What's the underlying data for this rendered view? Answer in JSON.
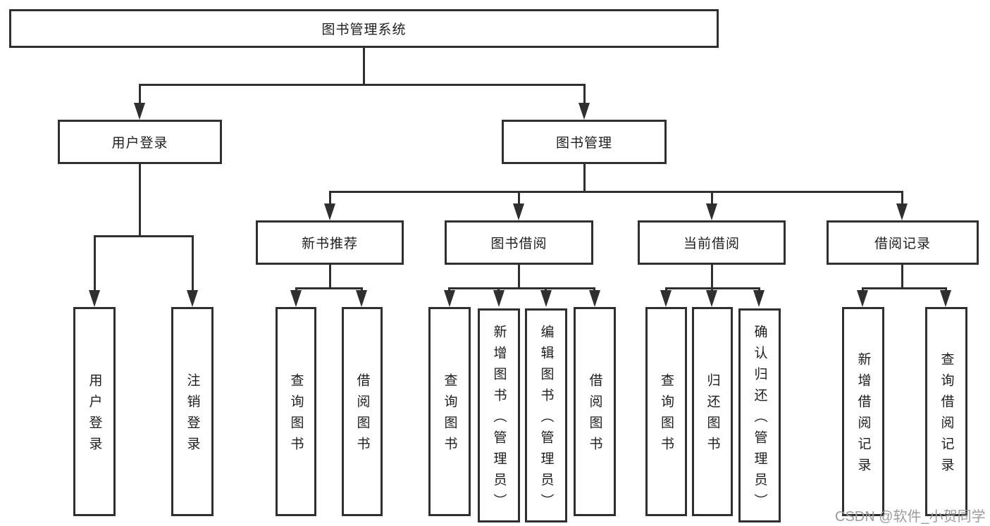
{
  "diagram": {
    "root": {
      "label": "图书管理系统"
    },
    "level2": [
      {
        "label": "用户登录"
      },
      {
        "label": "图书管理"
      }
    ],
    "level3": [
      {
        "label": "新书推荐"
      },
      {
        "label": "图书借阅"
      },
      {
        "label": "当前借阅"
      },
      {
        "label": "借阅记录"
      }
    ],
    "leaves": {
      "user_login": [
        {
          "label": "用户登录"
        },
        {
          "label": "注销登录"
        }
      ],
      "new_books": [
        {
          "label": "查询图书"
        },
        {
          "label": "借阅图书"
        }
      ],
      "book_borrow": [
        {
          "label": "查询图书"
        },
        {
          "label": "新增图书（管理员）"
        },
        {
          "label": "编辑图书（管理员）"
        },
        {
          "label": "借阅图书"
        }
      ],
      "current_borrow": [
        {
          "label": "查询图书"
        },
        {
          "label": "归还图书"
        },
        {
          "label": "确认归还（管理员）"
        }
      ],
      "borrow_records": [
        {
          "label": "新增借阅记录"
        },
        {
          "label": "查询借阅记录"
        }
      ]
    }
  },
  "watermark": {
    "text": "CSDN @软件_小贺同学"
  },
  "colors": {
    "line": "#2f2f2f",
    "box_background": "#ffffff",
    "text": "#1e1e1e",
    "watermark": "#9c9c9c",
    "background": "#ffffff"
  }
}
